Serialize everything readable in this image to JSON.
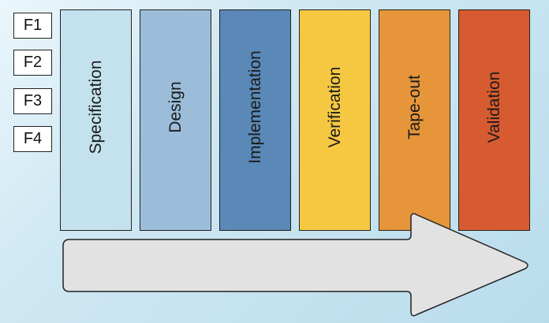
{
  "features": [
    "F1",
    "F2",
    "F3",
    "F4"
  ],
  "phases": [
    {
      "label": "Specification",
      "color": "#c4e1ee"
    },
    {
      "label": "Design",
      "color": "#9bbdd9"
    },
    {
      "label": "Implementation",
      "color": "#5a88b7"
    },
    {
      "label": "Verification",
      "color": "#f6c842"
    },
    {
      "label": "Tape-out",
      "color": "#e6953b"
    },
    {
      "label": "Validation",
      "color": "#d75b30"
    }
  ],
  "arrow_color": "#e2e2e2"
}
